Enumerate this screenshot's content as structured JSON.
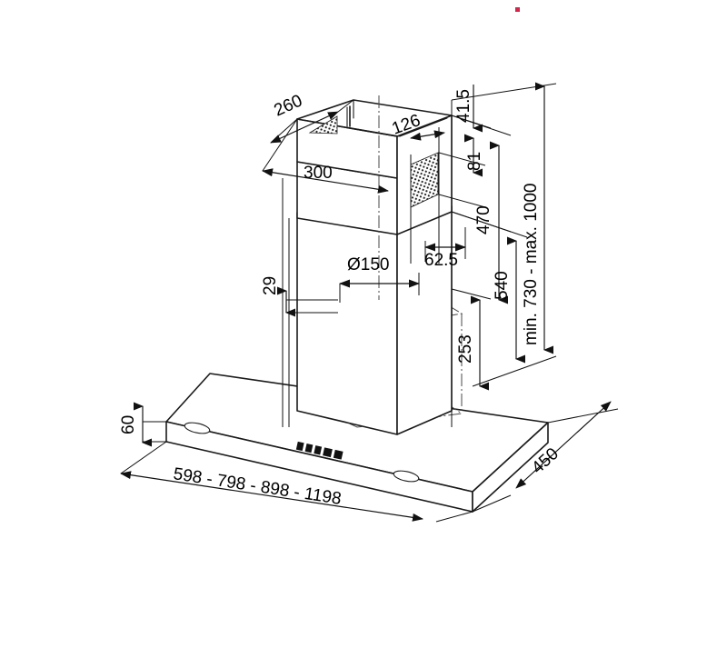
{
  "drawing": {
    "type": "isometric-technical-drawing",
    "subject": "wall-mounted box chimney cooker hood",
    "units": "mm",
    "background_color": "#ffffff",
    "line_color": "#1a1a1a"
  },
  "dimensions": {
    "chimney_top_depth": "260",
    "chimney_top_width": "300",
    "chimney_lower_width": "126",
    "grille_top_offset": "41.5",
    "grille_height": "81",
    "chimney_height": "470",
    "duct_diameter": "Ø150",
    "duct_offset": "62.5",
    "motor_box_top_offset": "29",
    "motor_box_height": "253",
    "chimney_to_hood": "540",
    "install_height": "min. 730 - max. 1000",
    "hood_thickness": "60",
    "hood_widths": "598 - 798 - 898 - 1198",
    "hood_depth": "450"
  },
  "features": {
    "control_panel_buttons": 5,
    "lights": 2,
    "grille": "perforated-mesh-panel",
    "duct_shape": "circular-outlet"
  },
  "colors": {
    "accent_marker": "#d4254a",
    "line": "#1a1a1a",
    "hidden_line": "#4a4a4a"
  }
}
